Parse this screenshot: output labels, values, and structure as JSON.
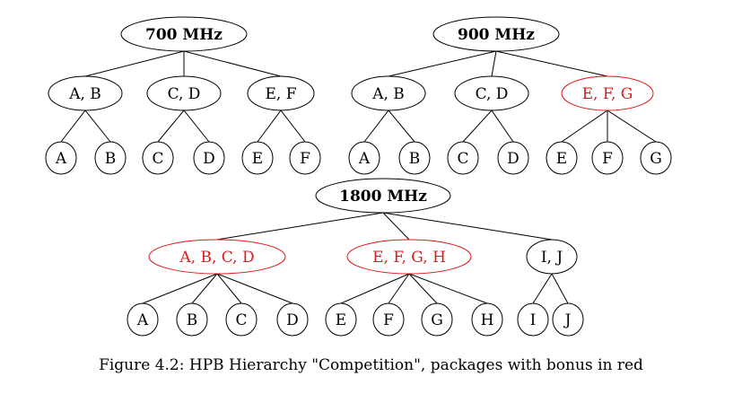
{
  "caption": "Figure 4.2: HPB Hierarchy \"Competition\", packages with bonus in red",
  "colors": {
    "normal": "#000000",
    "bonus": "#e0191b"
  },
  "trees": [
    {
      "root": "700 MHz",
      "groups": [
        {
          "label": "A, B",
          "bonus": false,
          "leaves": [
            "A",
            "B"
          ]
        },
        {
          "label": "C, D",
          "bonus": false,
          "leaves": [
            "C",
            "D"
          ]
        },
        {
          "label": "E, F",
          "bonus": false,
          "leaves": [
            "E",
            "F"
          ]
        }
      ]
    },
    {
      "root": "900 MHz",
      "groups": [
        {
          "label": "A, B",
          "bonus": false,
          "leaves": [
            "A",
            "B"
          ]
        },
        {
          "label": "C, D",
          "bonus": false,
          "leaves": [
            "C",
            "D"
          ]
        },
        {
          "label": "E, F, G",
          "bonus": true,
          "leaves": [
            "E",
            "F",
            "G"
          ]
        }
      ]
    },
    {
      "root": "1800 MHz",
      "groups": [
        {
          "label": "A, B, C, D",
          "bonus": true,
          "leaves": [
            "A",
            "B",
            "C",
            "D"
          ]
        },
        {
          "label": "E, F, G, H",
          "bonus": true,
          "leaves": [
            "E",
            "F",
            "G",
            "H"
          ]
        },
        {
          "label": "I, J",
          "bonus": false,
          "leaves": [
            "I",
            "J"
          ]
        }
      ]
    }
  ]
}
